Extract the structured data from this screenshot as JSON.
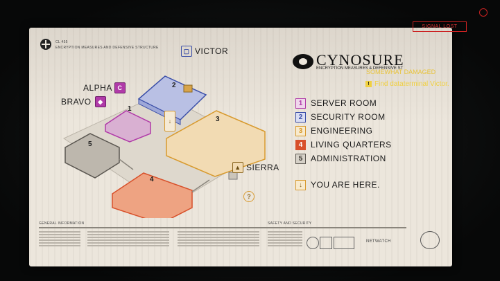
{
  "board": {
    "corner_code": "CL 455",
    "corner_title": "ENCRYPTION MEASURES AND DEFENSIVE STRUCTURE",
    "brand_name": "CYNOSURE",
    "brand_sub": "ENCRYPTION MEASURES & DEFENSIVE ST"
  },
  "legend": [
    {
      "num": "1",
      "label": "SERVER ROOM",
      "color": "#b03aa8",
      "fill": "#d9b0d2"
    },
    {
      "num": "2",
      "label": "SECURITY ROOM",
      "color": "#3a4ea8",
      "fill": "#b9c0e4"
    },
    {
      "num": "3",
      "label": "ENGINEERING",
      "color": "#d89a2e",
      "fill": "#f2dbb3"
    },
    {
      "num": "4",
      "label": "LIVING QUARTERS",
      "color": "#d8502a",
      "fill": "#eea382"
    },
    {
      "num": "5",
      "label": "ADMINISTRATION",
      "color": "#5a5650",
      "fill": "#bdb7ad"
    }
  ],
  "you_are_here": "YOU ARE HERE.",
  "markers": {
    "victor": "VICTOR",
    "alpha": "ALPHA",
    "bravo": "BRAVO",
    "sierra": "SIERRA"
  },
  "rooms": {
    "r1": "1",
    "r2": "2",
    "r3": "3",
    "r4": "4",
    "r5": "5"
  },
  "footer": {
    "general": "GENERAL INFORMATION",
    "safety": "SAFETY AND SECURITY",
    "brand": "NETWATCH"
  },
  "hud": {
    "signal": "SIGNAL LOST",
    "status": "SOMEWHAT DAMAGED",
    "objective": "Find dataterminal Victor."
  }
}
